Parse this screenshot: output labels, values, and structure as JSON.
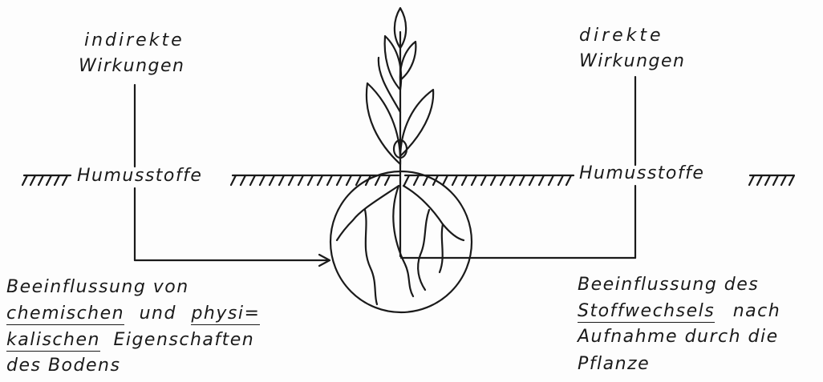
{
  "left": {
    "heading_line1": "indirekte",
    "heading_line2": "Wirkungen",
    "soil_label": "Humusstoffe",
    "effect_line1": "Beeinflussung von",
    "effect_line2_a": "chemischen",
    "effect_line2_b": "und",
    "effect_line2_c": "physi=",
    "effect_line3_a": "kalischen",
    "effect_line3_b": "Eigenschaften",
    "effect_line4": "des Bodens"
  },
  "right": {
    "heading_line1": "direkte",
    "heading_line2": "Wirkungen",
    "soil_label": "Humusstoffe",
    "effect_line1": "Beeinflussung des",
    "effect_line2_a": "Stoffwechsels",
    "effect_line2_b": "nach",
    "effect_line3": "Aufnahme durch die",
    "effect_line4": "Pflanze"
  }
}
